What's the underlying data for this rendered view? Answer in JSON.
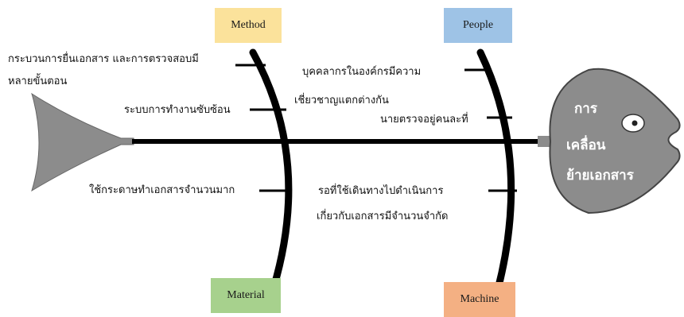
{
  "categories": {
    "method": {
      "label": "Method",
      "color": "#fbe29b"
    },
    "people": {
      "label": "People",
      "color": "#9ec3e6"
    },
    "material": {
      "label": "Material",
      "color": "#a7d18d"
    },
    "machine": {
      "label": "Machine",
      "color": "#f4b083"
    }
  },
  "causes": {
    "method": [
      "กระบวนการยื่นเอกสาร และการตรวจสอบมี",
      "หลายขั้นตอน",
      "ระบบการทำงานซับซ้อน"
    ],
    "people": [
      "บุคคลากรในองค์กรมีความ",
      "เชี่ยวชาญแตกต่างกัน",
      "นายตรวจอยู่คนละที่"
    ],
    "material": [
      "ใช้กระดาษทำเอกสารจำนวนมาก"
    ],
    "machine": [
      "รอที่ใช้เดินทางไปดำเนินการ",
      "เกี่ยวกับเอกสารมีจำนวนจำกัด"
    ]
  },
  "head": {
    "line1": "การ",
    "line2": "เคลื่อน",
    "line3": "ย้ายเอกสาร",
    "color": "#8c8c8c"
  },
  "tail_color": "#8c8c8c",
  "spine_color": "#000000"
}
